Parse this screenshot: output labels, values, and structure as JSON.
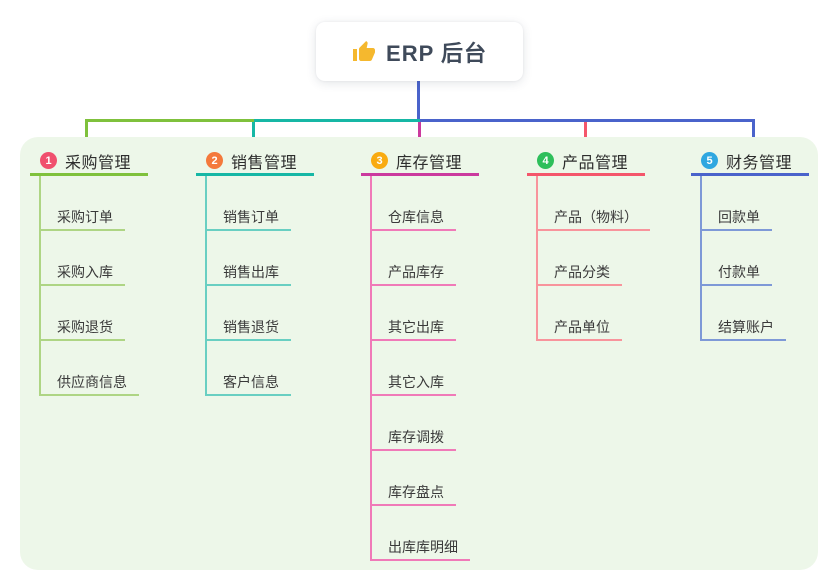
{
  "root": {
    "label": "ERP 后台",
    "icon": "thumbs-up-icon",
    "icon_color": "#f5b82e"
  },
  "canvas": {
    "background": "#ffffff",
    "panel_background": "#edf7e9"
  },
  "connectors": {
    "root_line_color": "#4a63cb",
    "beam_segment_colors": [
      "#7fc13c",
      "#16b7a5",
      "#4a63cb"
    ],
    "drop_colors": [
      "#7fc13c",
      "#16b7a5",
      "#cb3a9e",
      "#f4566b",
      "#4a63cb"
    ]
  },
  "branches": [
    {
      "num": "1",
      "label": "采购管理",
      "badge_color": "#f0506e",
      "line_color": "#7fc13c",
      "child_line_color": "#aed584",
      "children": [
        "采购订单",
        "采购入库",
        "采购退货",
        "供应商信息"
      ]
    },
    {
      "num": "2",
      "label": "销售管理",
      "badge_color": "#f4793b",
      "line_color": "#16b7a5",
      "child_line_color": "#69cfc2",
      "children": [
        "销售订单",
        "销售出库",
        "销售退货",
        "客户信息"
      ]
    },
    {
      "num": "3",
      "label": "库存管理",
      "badge_color": "#f9ab11",
      "line_color": "#cb3a9e",
      "child_line_color": "#f07ab8",
      "children": [
        "仓库信息",
        "产品库存",
        "其它出库",
        "其它入库",
        "库存调拨",
        "库存盘点",
        "出库库明细"
      ]
    },
    {
      "num": "4",
      "label": "产品管理",
      "badge_color": "#2ebf5b",
      "line_color": "#f4566b",
      "child_line_color": "#f8949c",
      "children": [
        "产品（物料）",
        "产品分类",
        "产品单位"
      ]
    },
    {
      "num": "5",
      "label": "财务管理",
      "badge_color": "#2fa7e0",
      "line_color": "#4763cb",
      "child_line_color": "#7e99d7",
      "children": [
        "回款单",
        "付款单",
        "结算账户"
      ]
    }
  ]
}
